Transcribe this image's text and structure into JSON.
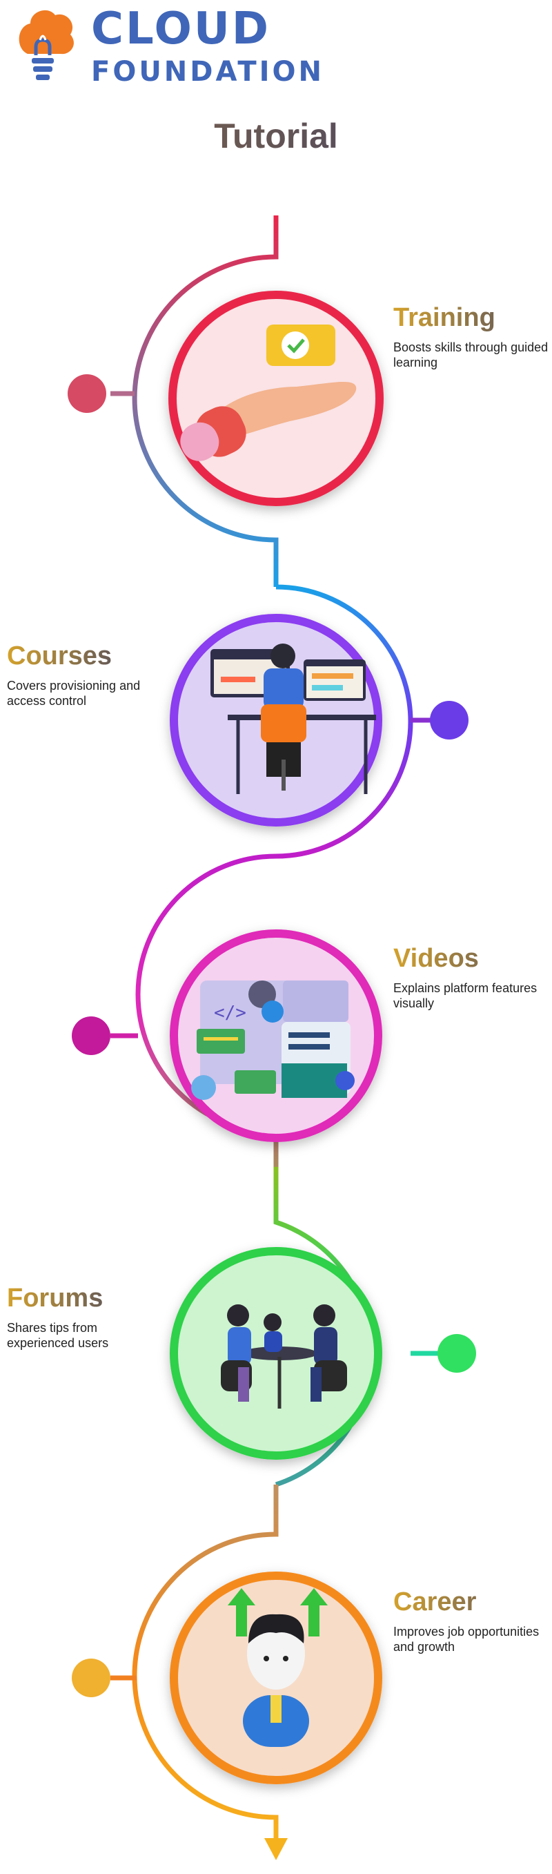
{
  "brand": {
    "line1": "CLOUD",
    "line2": "FOUNDATION",
    "color": "#3f66b8",
    "icon": "lightbulb-cloud-icon"
  },
  "title": "Tutorial",
  "steps": [
    {
      "heading": "Training",
      "description": "Boosts skills through guided learning",
      "icon": "hand-checkmark-icon",
      "color": "#e9254a"
    },
    {
      "heading": "Courses",
      "description": "Covers provisioning and access control",
      "icon": "person-at-desk-icon",
      "color": "#8b3cf0"
    },
    {
      "heading": "Videos",
      "description": "Explains platform features visually",
      "icon": "code-dashboard-icon",
      "color": "#e02ab8"
    },
    {
      "heading": "Forums",
      "description": "Shares tips from experienced users",
      "icon": "people-meeting-icon",
      "color": "#2ed14a"
    },
    {
      "heading": "Career",
      "description": "Improves job opportunities and growth",
      "icon": "growth-arrows-person-icon",
      "color": "#f58a1a"
    }
  ]
}
